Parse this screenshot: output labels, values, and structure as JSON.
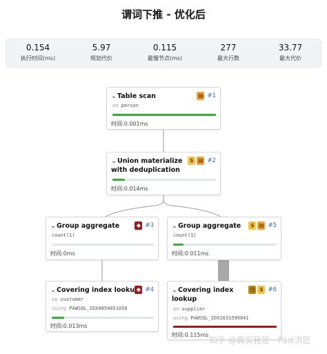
{
  "title": "谓词下推 - 优化后",
  "stats": [
    {
      "value": "0.154",
      "label": "执行时间(ms)"
    },
    {
      "value": "5.97",
      "label": "规划代价"
    },
    {
      "value": "0.115",
      "label": "最慢节点(ms)"
    },
    {
      "value": "277",
      "label": "最大行数"
    },
    {
      "value": "33.77",
      "label": "最大代价"
    }
  ],
  "nodes": {
    "n1": {
      "title_line1": "Table scan",
      "title_line2": "",
      "on_kw": "on",
      "on_val": "person",
      "using_kw": "",
      "using_val": "",
      "id": "#1",
      "time": "时间:0.001ms",
      "progress": 1.0,
      "bar_color": "#2db52d"
    },
    "n2": {
      "title_line1": "Union materialize",
      "title_line2": "with deduplication",
      "id": "#2",
      "time": "时间:0.014ms",
      "progress": 0.12,
      "bar_color": "#2db52d"
    },
    "n3": {
      "title_line1": "Group aggregate",
      "sub": "count(1)",
      "id": "#3",
      "time": "时间:0ms",
      "progress": 0.0,
      "bar_color": "#2db52d"
    },
    "n5": {
      "title_line1": "Group aggregate",
      "sub": "count(1)",
      "id": "#5",
      "time": "时间:0.011ms",
      "progress": 0.1,
      "bar_color": "#2db52d"
    },
    "n4": {
      "title_line1": "Covering index lookup",
      "on_kw": "on",
      "on_val": "customer",
      "using_kw": "using",
      "using_val": "PAWSQL_IDX0854051650",
      "id": "#4",
      "time": "时间:0.013ms",
      "progress": 0.12,
      "bar_color": "#2db52d"
    },
    "n6": {
      "title_line1": "Covering index",
      "title_line2": "lookup",
      "on_kw": "on",
      "on_val": "supplier",
      "using_kw": "using",
      "using_val": "PAWSQL_IDX1631590041",
      "id": "#6",
      "time": "时间:0.115ms",
      "progress": 1.0,
      "bar_color": "#a11818"
    }
  },
  "watermark": "知乎 @真实我是一Paw洪匠",
  "icons": {
    "orange": "stack-icon",
    "yellow": "dollar-icon",
    "red": "turtle-icon",
    "dark": "clock-icon"
  }
}
